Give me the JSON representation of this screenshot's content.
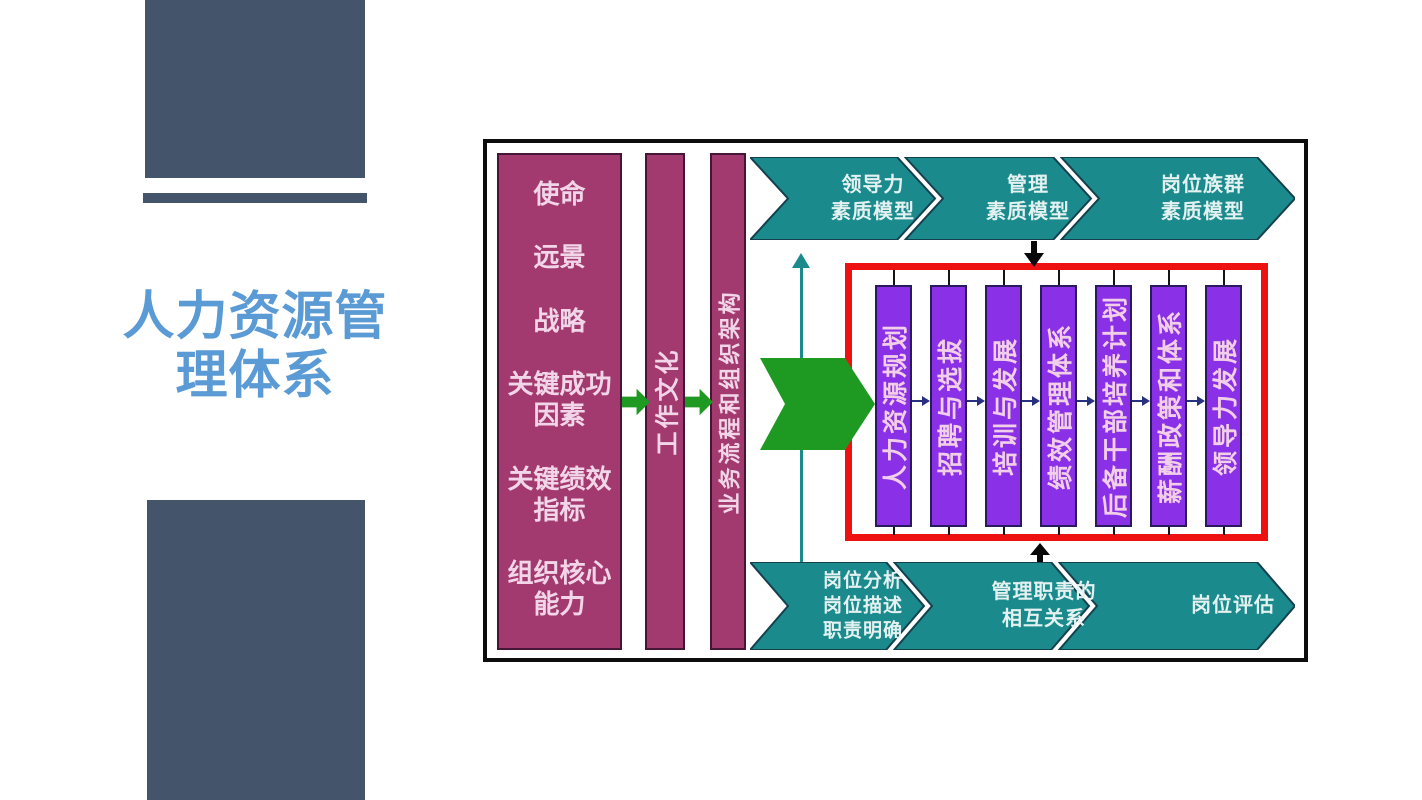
{
  "slide": {
    "title_line1": "人力资源管",
    "title_line2": "理体系",
    "colors": {
      "accent_blue": "#5B9BD5",
      "decoration_slate": "#44546A"
    }
  },
  "diagram": {
    "foundation": [
      "使命",
      "远景",
      "战略",
      "关键成功\n因素",
      "关键绩效\n指标",
      "组织核心\n能力"
    ],
    "culture_label": "工作文化",
    "process_label": "业务流程和组织架构",
    "top_arrows": [
      "领导力\n素质模型",
      "管理\n素质模型",
      "岗位族群\n素质模型"
    ],
    "bottom_arrows": [
      "岗位分析\n岗位描述\n职责明确",
      "管理职责的\n相互关系",
      "岗位评估"
    ],
    "modules": [
      "人力资源规划",
      "招聘与选拔",
      "培训与发展",
      "绩效管理体系",
      "后备干部培养计划",
      "薪酬政策和体系",
      "领导力发展"
    ],
    "colors": {
      "maroon_column": "#A23A6F",
      "teal_band": "#1A8A8C",
      "purple_module": "#8A30E6",
      "green_arrow": "#1E9922",
      "red_frame": "#EE1111",
      "navy_link_arrow": "#283080",
      "panel_border": "#0D0D0D"
    }
  }
}
